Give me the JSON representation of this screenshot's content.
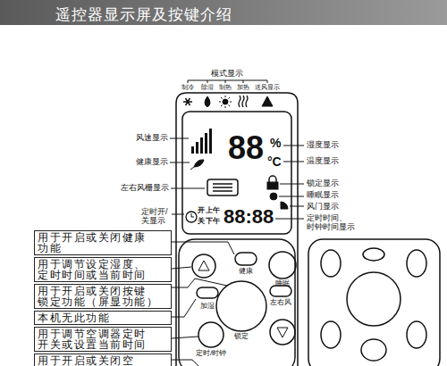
{
  "diagram": {
    "title": "遥控器显示屏及按键介绍",
    "nodes": [
      {
        "text": [
          "用于开启或关闭健康 功能"
        ]
      },
      {
        "text": [
          "用于调节设定湿度、 定时时间或当前时间"
        ]
      },
      {
        "text": [
          "用于开启或关闭按键 锁定功能（屏显功能）"
        ]
      },
      {
        "text": [
          "本机无此功能"
        ]
      },
      {
        "text": [
          "用于调节空调器定时 开关或设置当前时间"
        ]
      },
      {
        "text": [
          "用于开启或关闭空"
        ]
      }
    ],
    "labels": [
      "模式显示",
      "制冷",
      "除湿",
      "制热",
      "加热",
      "送风显示",
      "风速显示",
      "健康显示",
      "左右风栅显示",
      "定时开/ 关显示",
      "湿度显示",
      "温度显示",
      "锁定显示",
      "睡眠显示",
      "风门显示",
      "定时时间、 时钟时间显示",
      "88",
      "%",
      "°C",
      "开",
      "关",
      "上午",
      "下午",
      "88:88",
      "健康",
      "睡眠",
      "加湿",
      "左右风",
      "锁定",
      "定时/时钟"
    ]
  }
}
